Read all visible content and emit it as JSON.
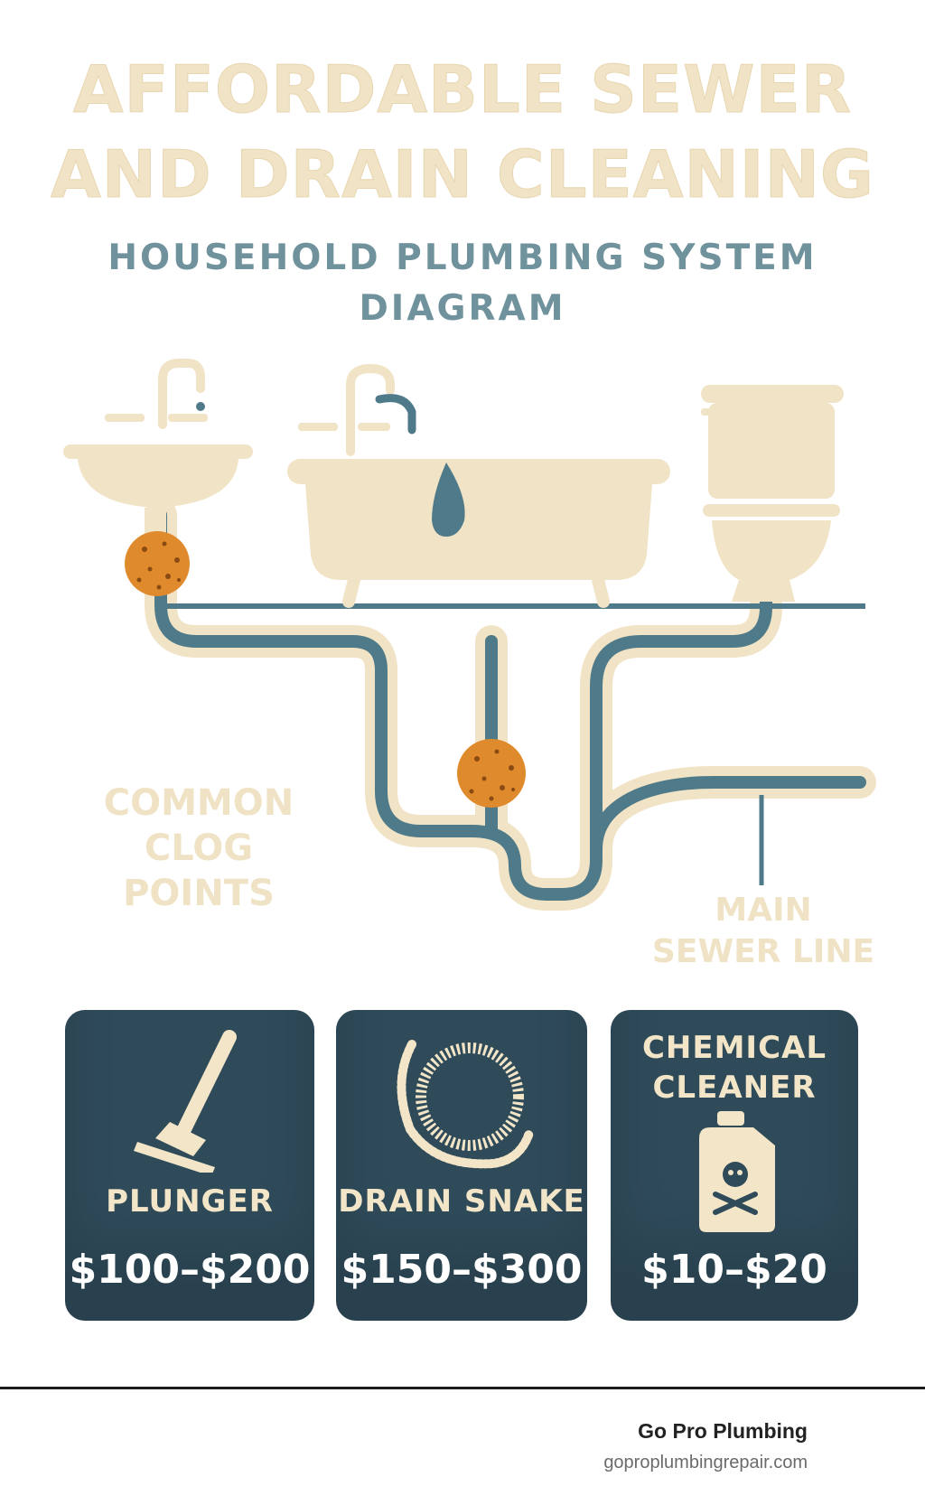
{
  "header": {
    "title_line1": "AFFORDABLE SEWER",
    "title_line2": "AND DRAIN CLEANING",
    "subtitle_line1": "HOUSEHOLD PLUMBING SYSTEM",
    "subtitle_line2": "DIAGRAM"
  },
  "diagram": {
    "fixtures": [
      "sink-icon",
      "bathtub-icon",
      "toilet-icon"
    ],
    "labels": {
      "clog_line1": "COMMON",
      "clog_line2": "CLOG POINTS",
      "sewer_line1": "MAIN",
      "sewer_line2": "SEWER LINE"
    }
  },
  "tools": [
    {
      "label": "PLUNGER",
      "price": "$100–$200",
      "icon": "plunger-icon"
    },
    {
      "label": "DRAIN SNAKE",
      "price": "$150–$300",
      "icon": "drain-snake-icon"
    },
    {
      "label_line1": "CHEMICAL",
      "label_line2": "CLEANER",
      "price": "$10–$20",
      "icon": "chemical-bottle-icon"
    }
  ],
  "footer": {
    "brand": "Go Pro Plumbing",
    "url": "goproplumbingrepair.com"
  },
  "colors": {
    "cream": "#f1e3c5",
    "pipe_blue": "#4f7a8a",
    "card_navy": "#2f4a59",
    "clog_orange": "#df8a2c"
  }
}
